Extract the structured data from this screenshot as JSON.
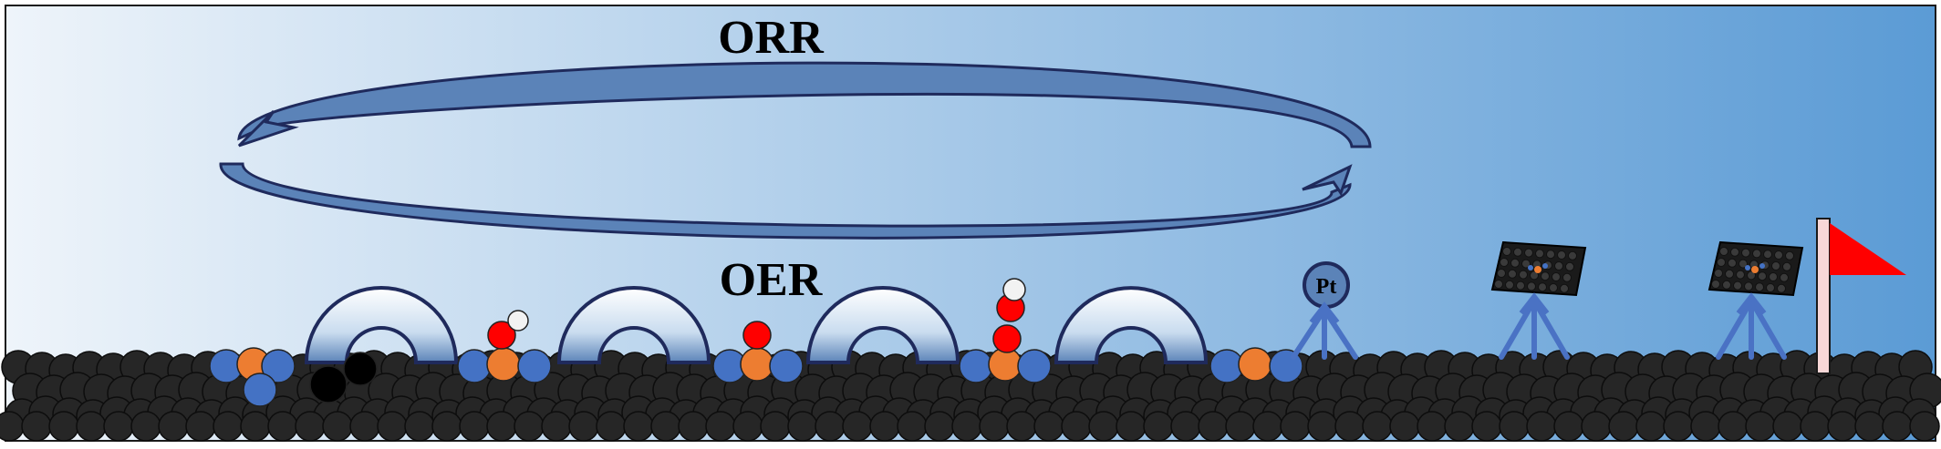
{
  "labels": {
    "top": "ORR",
    "bottom": "OER",
    "pt": "Pt"
  },
  "colors": {
    "background_left": "#eef4fa",
    "background_right": "#5b9bd5",
    "frame": "#1a1a1a",
    "carbon_atom": "#262626",
    "nitrogen_atom": "#4472c4",
    "metal_atom": "#ed7d31",
    "oxygen_atom": "#ff0000",
    "hydrogen_atom": "#f2f2f2",
    "vacancy_atom": "#000000",
    "arrow_fill": "#5b83b8",
    "arrow_outline": "#1f2a5c",
    "dome_outline": "#1f2a5c",
    "stand_arrows": "#4a72c4",
    "pt_circle": "#5b83b8",
    "flag": "#ff0000",
    "flag_pole": "#f8d7d7"
  },
  "icons": [
    "orr-arrow-icon",
    "oer-arrow-icon",
    "dome-icon",
    "pt-catalyst-icon",
    "graphene-sheet-icon",
    "flag-icon"
  ]
}
